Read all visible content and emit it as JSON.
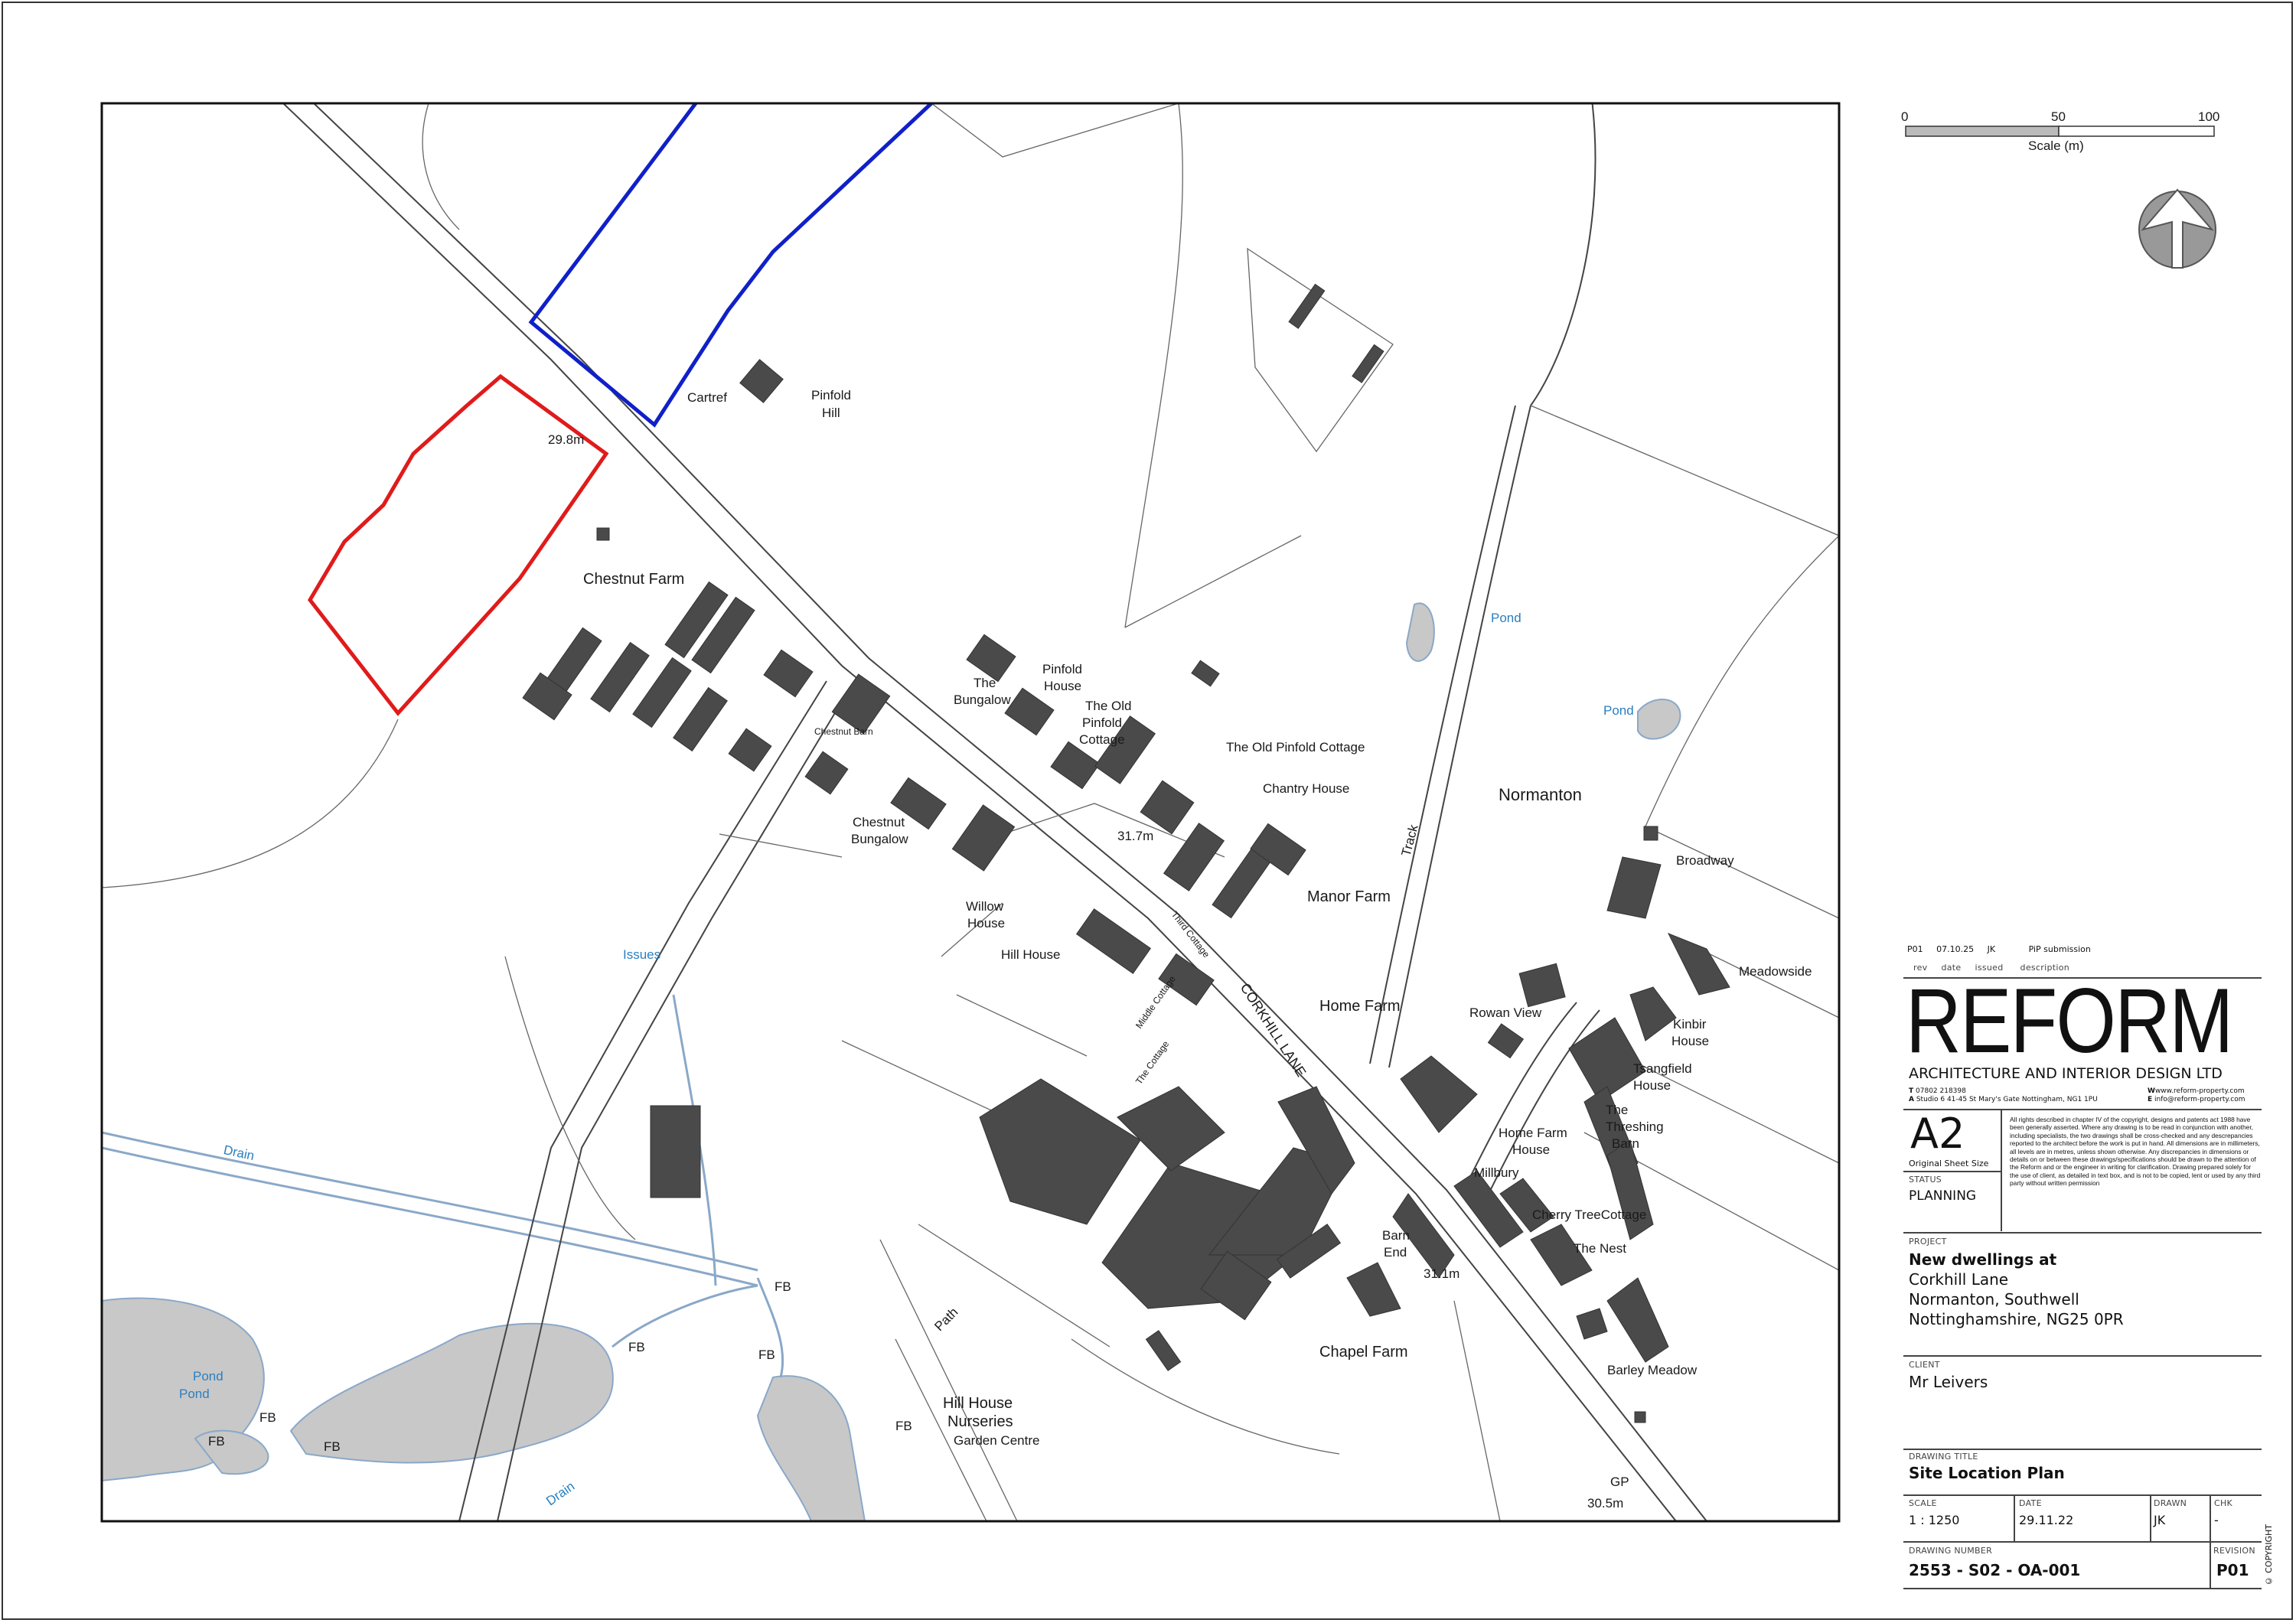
{
  "map": {
    "labels": [
      "Cartref",
      "Pinfold",
      "Hill",
      "29.8m",
      "Chestnut Farm",
      "Chestnut Barn",
      "The",
      "Bungalow",
      "Pinfold",
      "House",
      "The Old",
      "Pinfold",
      "Cottage",
      "The Old Pinfold Cottage",
      "Chantry House",
      "Chestnut",
      "Bungalow",
      "31.7m",
      "Willow",
      "House",
      "Hill House",
      "Manor Farm",
      "Track",
      "Normanton",
      "Broadway",
      "Meadowside",
      "Kinbir",
      "House",
      "Tsangfield",
      "House",
      "The",
      "Threshing",
      "Barn",
      "Rowan View",
      "Home Farm",
      "Home Farm",
      "House",
      "Millbury",
      "Cherry TreeCottage",
      "The Nest",
      "Barn",
      "End",
      "31.1m",
      "Chapel Farm",
      "Barley Meadow",
      "GP",
      "30.5m",
      "Hill House",
      "Nurseries",
      "Garden Centre",
      "Path",
      "FB",
      "FB",
      "FB",
      "FB",
      "FB",
      "FB",
      "FB",
      "CORKHILL LANE",
      "Third Cottage",
      "Middle Cottage",
      "The Cottage"
    ],
    "water_labels": [
      "Pond",
      "Pond",
      "Pond",
      "Pond",
      "Drain",
      "Drain",
      "Issues"
    ],
    "colors": {
      "red_boundary": "#e01b1b",
      "blue_boundary": "#1020c8",
      "building": "#4a4a4a",
      "water": "#c8c8c8",
      "water_label": "#2a7fc0"
    }
  },
  "scale_bar": {
    "ticks": [
      "0",
      "50",
      "100"
    ],
    "label": "Scale (m)"
  },
  "north_arrow": {
    "icon": "north-arrow-icon"
  },
  "revisions": {
    "rev": "P01",
    "date": "07.10.25",
    "issued": "JK",
    "description": "PiP submission",
    "headers": [
      "rev",
      "date",
      "issued",
      "description"
    ]
  },
  "company": {
    "logo": "REFORM",
    "subtitle": "ARCHITECTURE AND INTERIOR DESIGN LTD",
    "phone_label": "T",
    "phone": "07802 218398",
    "address_label": "A",
    "address": "Studio 6 41-45 St Mary's Gate Nottingham, NG1 1PU",
    "web_label": "W",
    "web": "www.reform-property.com",
    "email_label": "E",
    "email": "info@reform-property.com"
  },
  "sheet": {
    "size": "A2",
    "size_label": "Original Sheet Size",
    "status_label": "STATUS",
    "status": "PLANNING"
  },
  "disclaimer": "All rights described in chapter IV of the copyright, designs and patents act 1988 have been generally asserted. Where any drawing is to be read in conjunction with another, including specialists, the two drawings shall be cross-checked and any descrepancies reported to the architect before the work is put in hand. All dimensions are in millimeters, all levels are in metres, unless shown otherwise. Any discrepancies in dimensions or details on or between these drawings/specifications should be drawn to the attention of the Reform and or the engineer in writing for clarification. Drawing prepared solely for the use of client, as detailed in text box, and is not to be copied, lent or used by any third party without written permission",
  "project": {
    "label": "PROJECT",
    "line1": "New dwellings at",
    "line2": "Corkhill Lane",
    "line3": "Normanton, Southwell",
    "line4": "Nottinghamshire, NG25 0PR"
  },
  "client": {
    "label": "CLIENT",
    "name": "Mr Leivers"
  },
  "drawing": {
    "title_label": "DRAWING TITLE",
    "title": "Site Location Plan",
    "scale_label": "SCALE",
    "scale": "1 : 1250",
    "date_label": "DATE",
    "date": "29.11.22",
    "drawn_label": "DRAWN",
    "drawn": "JK",
    "chk_label": "CHK",
    "chk": "-",
    "number_label": "DRAWING NUMBER",
    "number": "2553 - S02 - OA-001",
    "revision_label": "REVISION",
    "revision": "P01"
  },
  "copyright": "© COPYRIGHT"
}
